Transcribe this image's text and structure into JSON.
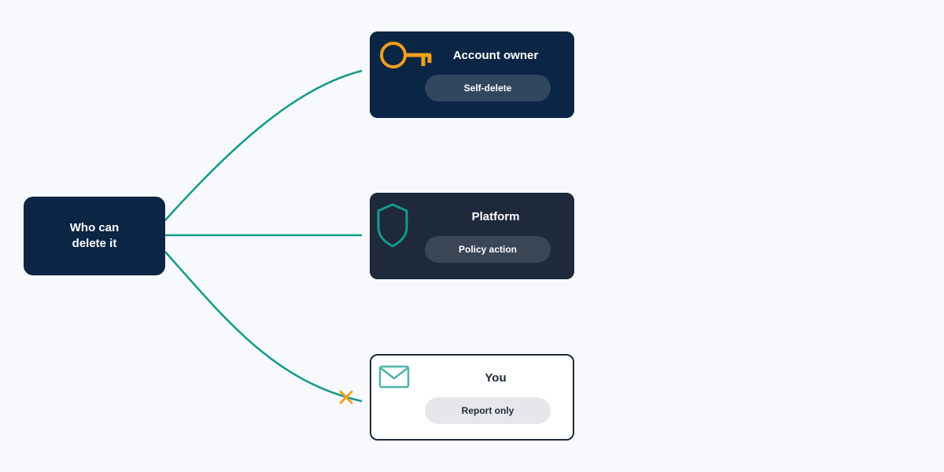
{
  "root": {
    "label": "Who can delete it"
  },
  "cards": [
    {
      "title": "Account owner",
      "action": "Self-delete",
      "icon": "key-icon"
    },
    {
      "title": "Platform",
      "action": "Policy action",
      "icon": "shield-icon"
    },
    {
      "title": "You",
      "action": "Report only",
      "icon": "mail-icon"
    }
  ],
  "colors": {
    "navy": "#0b2545",
    "slate": "#1e293b",
    "teal": "#139a8a",
    "amber": "#f0a01c",
    "background": "#f7f9fc"
  },
  "connectors": [
    {
      "to": "Account owner",
      "blocked": false
    },
    {
      "to": "Platform",
      "blocked": false
    },
    {
      "to": "You",
      "blocked": true
    }
  ]
}
